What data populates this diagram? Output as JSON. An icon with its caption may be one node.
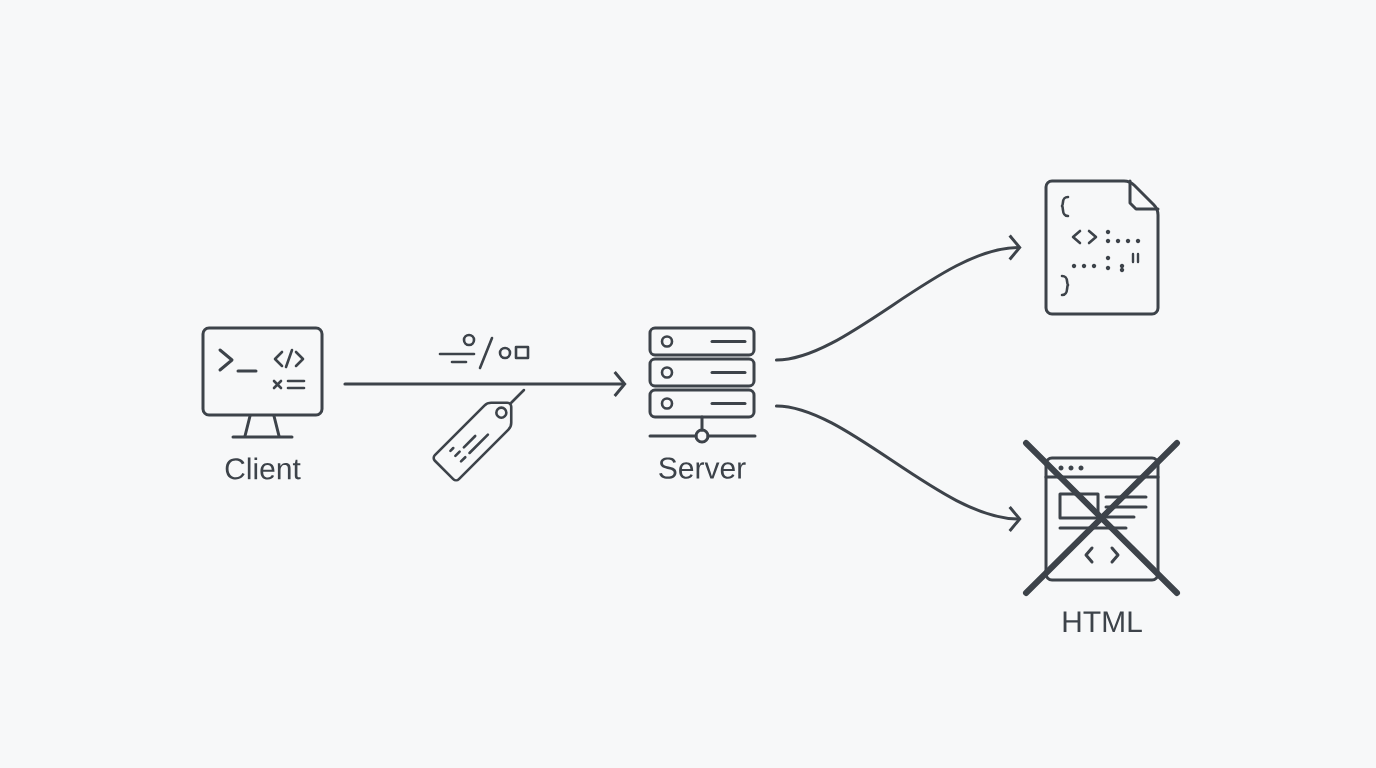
{
  "diagram": {
    "nodes": [
      {
        "text": [
          "Client"
        ]
      },
      {
        "text": [
          "Server"
        ]
      },
      {
        "text": [],
        "shape": "document"
      },
      {
        "text": [
          "HTML"
        ]
      }
    ],
    "edges": [
      {
        "from": 0,
        "to": 1,
        "arrow": "to"
      },
      {
        "from": 1,
        "to": 2,
        "arrow": "to"
      },
      {
        "from": 1,
        "to": 3,
        "arrow": "to"
      }
    ]
  }
}
